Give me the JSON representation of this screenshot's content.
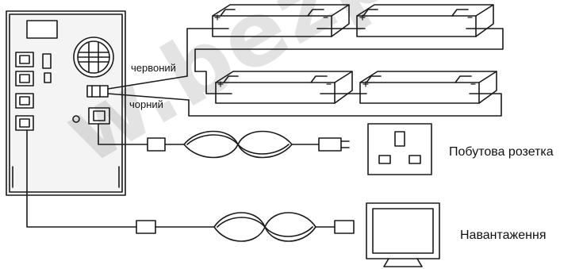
{
  "labels": {
    "red_wire": "червоний",
    "black_wire": "чорний",
    "wall_socket": "Побутова розетка",
    "load": "Навантаження"
  },
  "watermark": "w.bezpeko",
  "colors": {
    "line": "#1a1a1a",
    "background": "#ffffff"
  },
  "icons": [
    "ups-unit-icon",
    "battery-icon",
    "power-cable-icon",
    "wall-socket-icon",
    "monitor-icon"
  ]
}
